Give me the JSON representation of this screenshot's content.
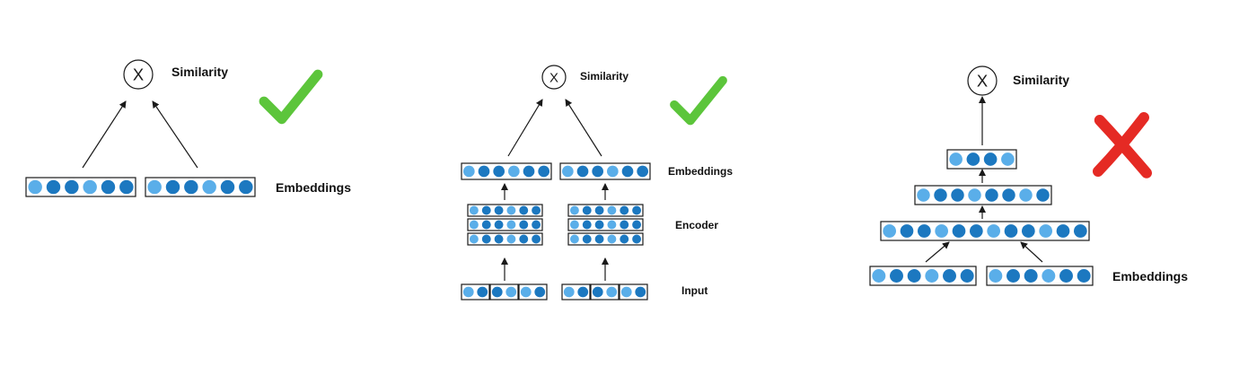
{
  "colors": {
    "light": "#5aaee9",
    "dark": "#1c78c0",
    "check": "#5cc53b",
    "cross": "#e52a24",
    "line": "#1a1a1a"
  },
  "panel1": {
    "similarity_label": "Similarity",
    "embeddings_label": "Embeddings",
    "operator_symbol": "X",
    "verdict_icon": "check-icon",
    "left_vector": [
      "light",
      "dark",
      "dark",
      "light",
      "dark",
      "dark"
    ],
    "right_vector": [
      "light",
      "dark",
      "dark",
      "light",
      "dark",
      "dark"
    ]
  },
  "panel2": {
    "similarity_label": "Similarity",
    "embeddings_label": "Embeddings",
    "encoder_label": "Encoder",
    "input_label": "Input",
    "operator_symbol": "X",
    "verdict_icon": "check-icon",
    "left_embedding": [
      "light",
      "dark",
      "dark",
      "light",
      "dark",
      "dark"
    ],
    "right_embedding": [
      "light",
      "dark",
      "dark",
      "light",
      "dark",
      "dark"
    ],
    "left_encoder_rows": [
      [
        "light",
        "dark",
        "dark",
        "light",
        "dark",
        "dark"
      ],
      [
        "light",
        "dark",
        "dark",
        "light",
        "dark",
        "dark"
      ],
      [
        "light",
        "dark",
        "dark",
        "light",
        "dark",
        "dark"
      ]
    ],
    "right_encoder_rows": [
      [
        "light",
        "dark",
        "dark",
        "light",
        "dark",
        "dark"
      ],
      [
        "light",
        "dark",
        "dark",
        "light",
        "dark",
        "dark"
      ],
      [
        "light",
        "dark",
        "dark",
        "light",
        "dark",
        "dark"
      ]
    ],
    "left_input_tokens": [
      [
        "light",
        "dark"
      ],
      [
        "dark",
        "light"
      ],
      [
        "light",
        "dark"
      ]
    ],
    "right_input_tokens": [
      [
        "light",
        "dark"
      ],
      [
        "dark",
        "light"
      ],
      [
        "light",
        "dark"
      ]
    ]
  },
  "panel3": {
    "similarity_label": "Similarity",
    "embeddings_label": "Embeddings",
    "operator_symbol": "X",
    "verdict_icon": "cross-icon",
    "top_layer": [
      "light",
      "dark",
      "dark",
      "light"
    ],
    "middle_layer": [
      "light",
      "dark",
      "dark",
      "light",
      "dark",
      "dark",
      "light",
      "dark"
    ],
    "bottom_layer": [
      "light",
      "dark",
      "dark",
      "light",
      "dark",
      "dark",
      "light",
      "dark",
      "dark",
      "light",
      "dark",
      "dark"
    ],
    "left_embedding": [
      "light",
      "dark",
      "dark",
      "light",
      "dark",
      "dark"
    ],
    "right_embedding": [
      "light",
      "dark",
      "dark",
      "light",
      "dark",
      "dark"
    ]
  }
}
